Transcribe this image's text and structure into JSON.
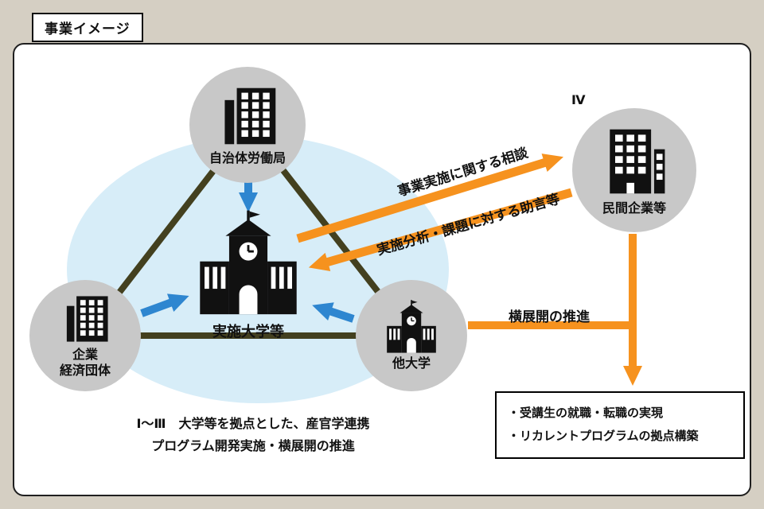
{
  "page": {
    "title": "事業イメージ"
  },
  "colors": {
    "background": "#d5cfc3",
    "panel": "#ffffff",
    "node_circle": "#c8c8c8",
    "ellipse_highlight": "#d7edf8",
    "triangle_link": "#43401f",
    "blue_arrow": "#2e86d0",
    "orange_arrow": "#f6921e",
    "text": "#111111"
  },
  "nodes": {
    "jichitai": {
      "label": "自治体労働局"
    },
    "kigyo": {
      "line1": "企業",
      "line2": "経済団体"
    },
    "minkan": {
      "label": "民間企業等",
      "tag": "Ⅳ"
    },
    "tadaigaku": {
      "label": "他大学"
    },
    "jisshi": {
      "label": "実施大学等"
    }
  },
  "arrows": {
    "consult": "事業実施に関する相談",
    "advice": "実施分析・課題に対する助言等",
    "expand": "横展開の推進"
  },
  "outcome_box": {
    "items": [
      "・受講生の就職・転職の実現",
      "・リカレントプログラムの拠点構築"
    ]
  },
  "note": {
    "line1": "Ⅰ～Ⅲ　大学等を拠点とした、産官学連携",
    "line2": "プログラム開発実施・横展開の推進"
  }
}
